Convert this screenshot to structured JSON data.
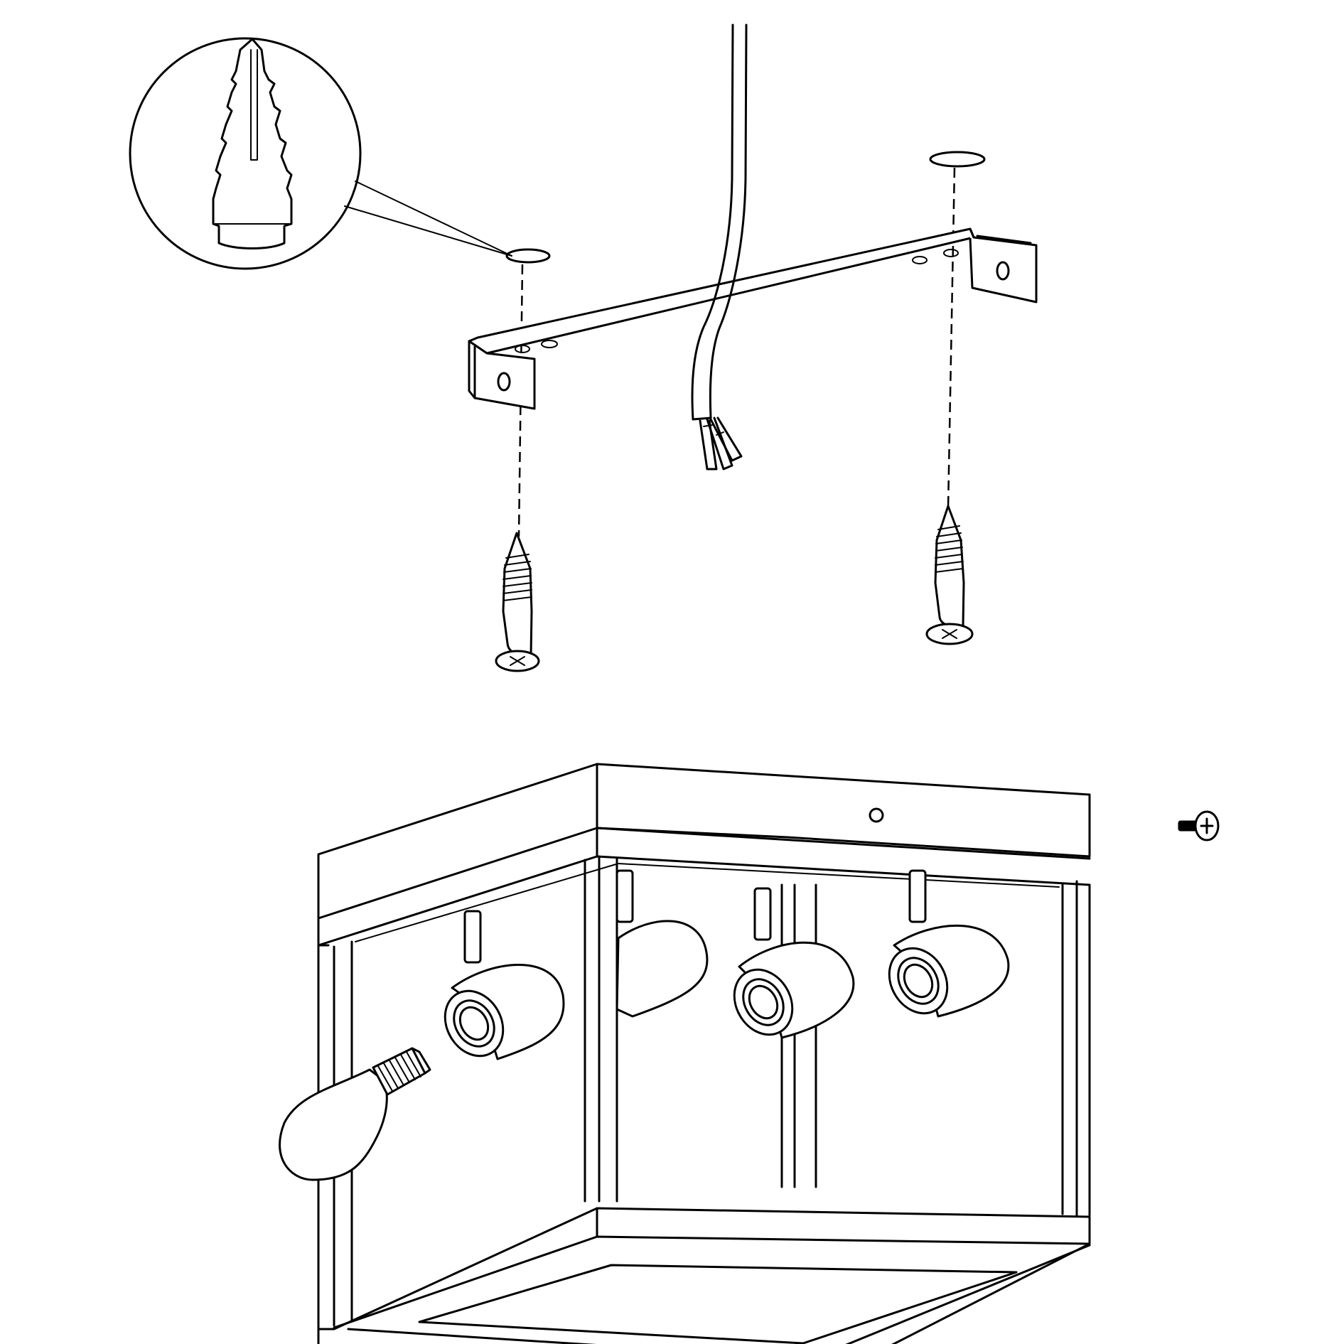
{
  "diagram": {
    "type": "assembly-instruction",
    "parts": [
      {
        "name": "wall-plug-detail",
        "icon": "wall-plug-icon"
      },
      {
        "name": "mounting-bracket",
        "icon": "bracket-icon"
      },
      {
        "name": "supply-cable",
        "icon": "cable-icon"
      },
      {
        "name": "fixing-screws",
        "icon": "screw-icon",
        "count": 2
      },
      {
        "name": "ceiling-luminaire-frame",
        "icon": "luminaire-icon"
      },
      {
        "name": "spotlight-sockets",
        "icon": "lamp-socket-icon",
        "count": 4
      },
      {
        "name": "light-bulb",
        "icon": "bulb-icon"
      },
      {
        "name": "small-screw",
        "icon": "small-screw-icon",
        "count": 1
      }
    ],
    "colors": {
      "line": "#000000",
      "background": "#ffffff"
    }
  }
}
